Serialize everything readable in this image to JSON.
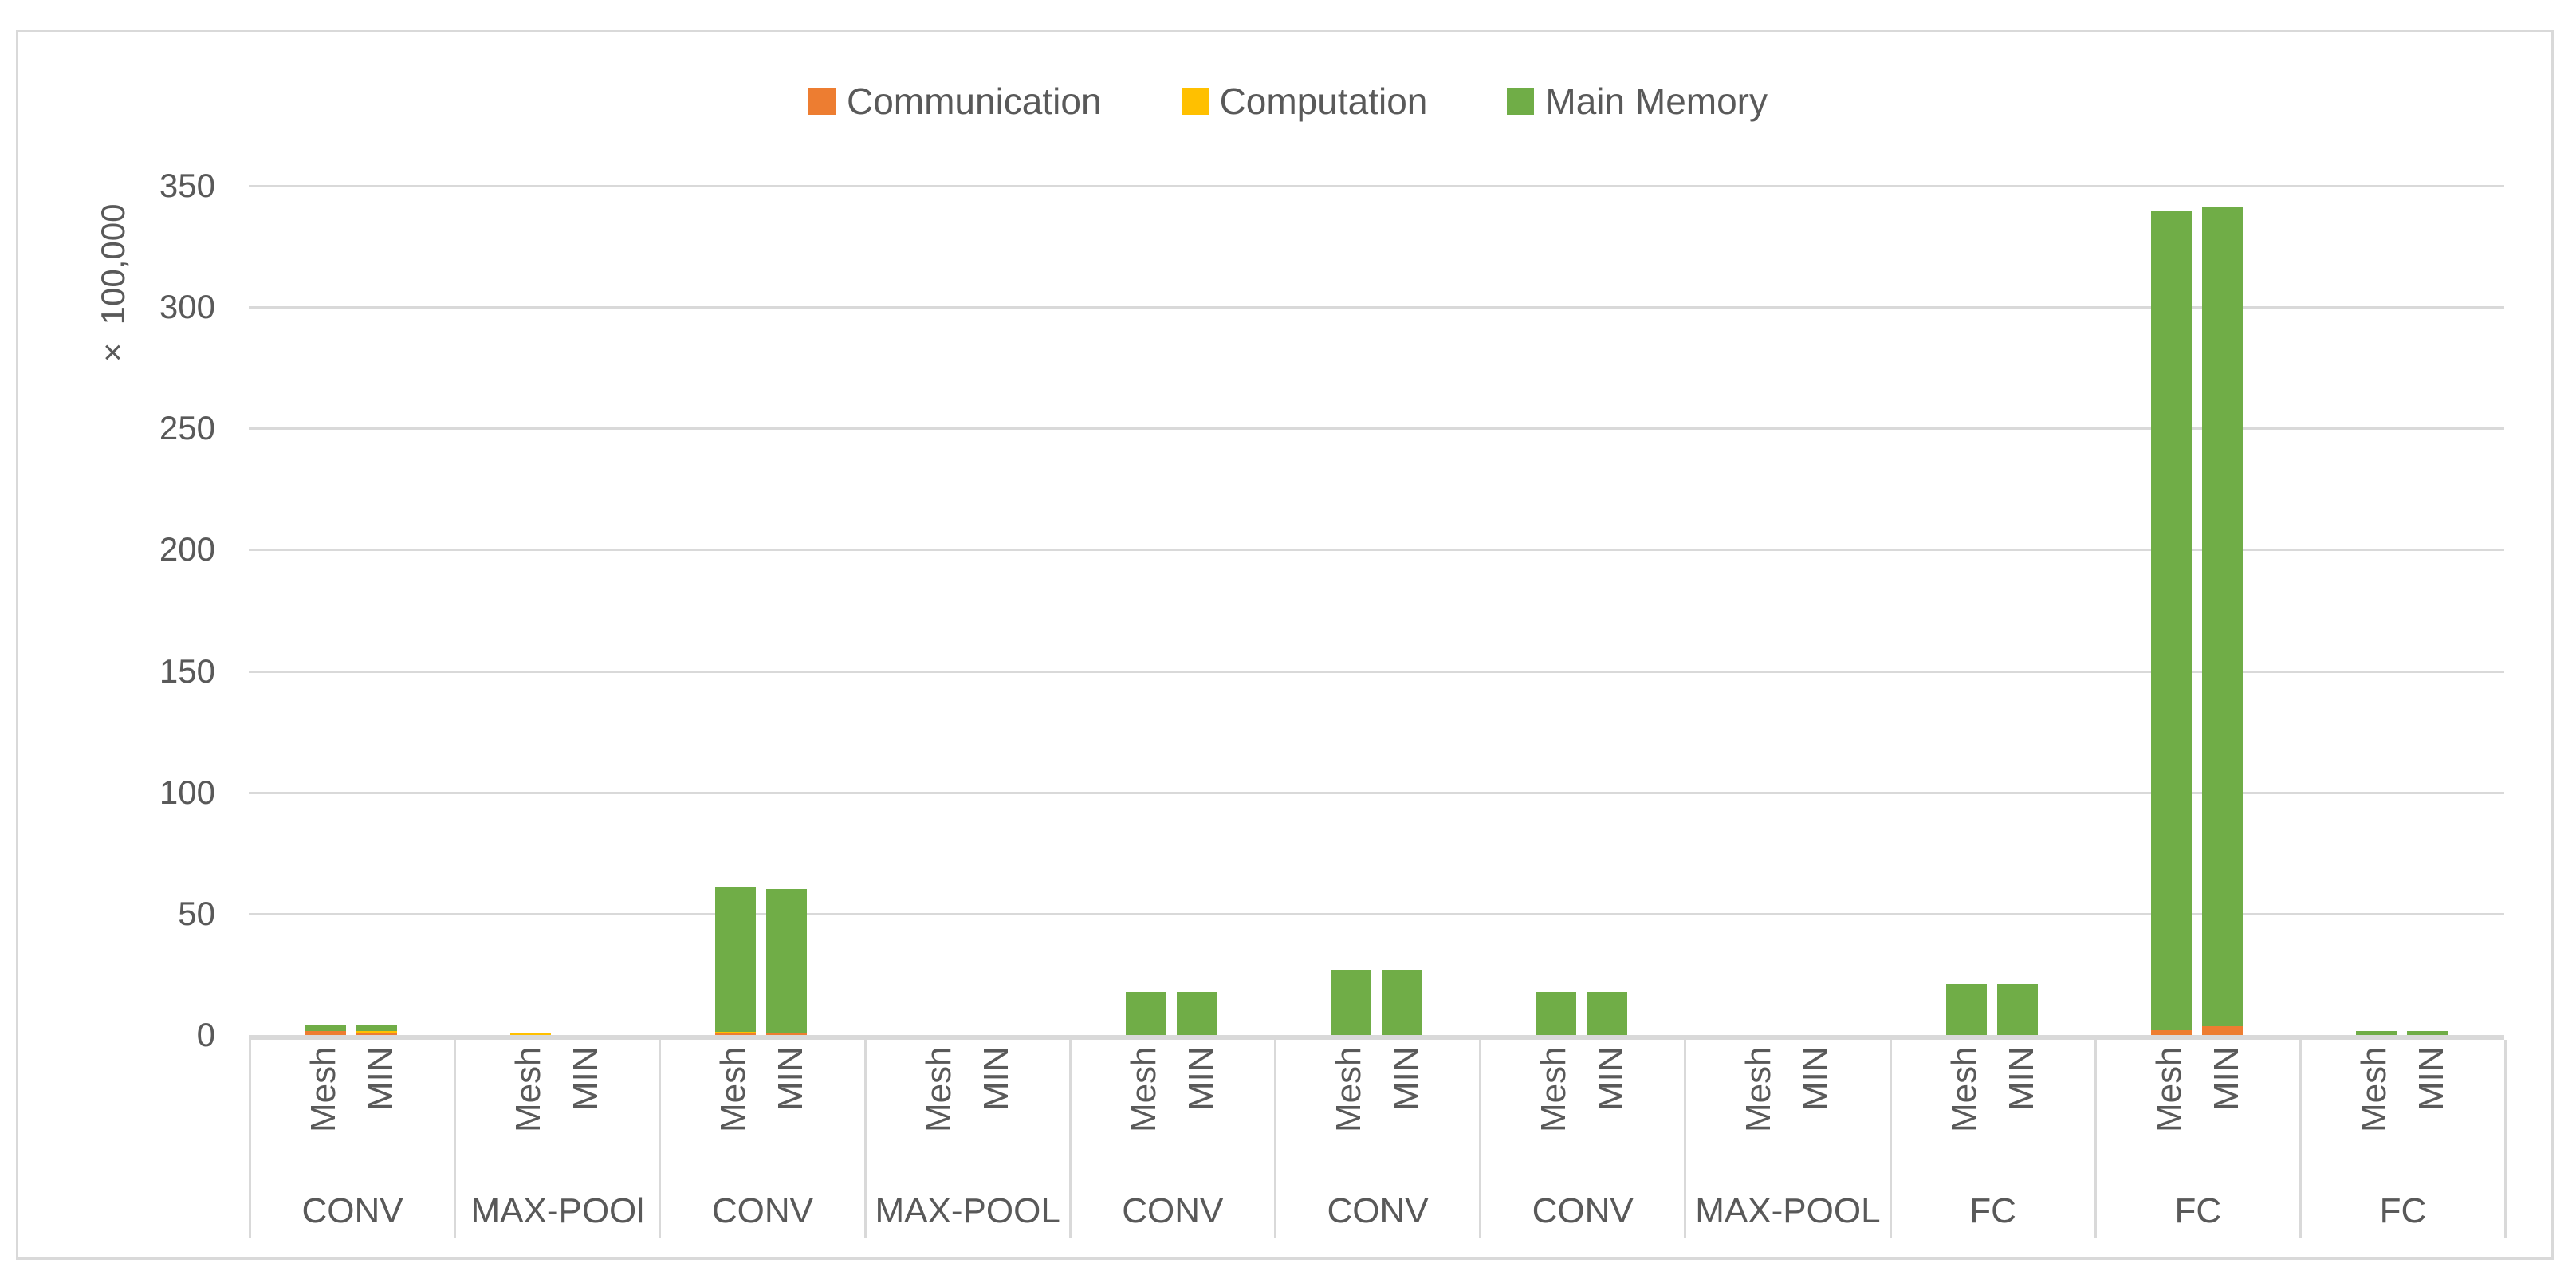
{
  "colors": {
    "communication": "#ED7D31",
    "computation": "#FFC000",
    "main_memory": "#70AD47",
    "gridline": "#D9D9D9",
    "axis_line": "#D9D9D9",
    "chart_border": "#D9D9D9",
    "text": "#595959"
  },
  "legend": [
    {
      "label": "Communication",
      "color": "#ED7D31"
    },
    {
      "label": "Computation",
      "color": "#FFC000"
    },
    {
      "label": "Main Memory",
      "color": "#70AD47"
    }
  ],
  "y_axis": {
    "title": "× 100,000",
    "tick_labels": [
      "0",
      "50",
      "100",
      "150",
      "200",
      "250",
      "300",
      "350"
    ]
  },
  "chart_data": {
    "type": "bar",
    "stacked": true,
    "ylabel": "× 100,000",
    "ylim": [
      0,
      350
    ],
    "ytick_step": 50,
    "grid": true,
    "legend_position": "top",
    "series_names": [
      "Communication",
      "Computation",
      "Main Memory"
    ],
    "bar_labels": [
      "Mesh",
      "MIN"
    ],
    "groups": [
      {
        "category": "CONV",
        "bars": [
          {
            "label": "Mesh",
            "communication": 1.5,
            "computation": 0,
            "main_memory": 2.5
          },
          {
            "label": "MIN",
            "communication": 0.9,
            "computation": 0.7,
            "main_memory": 2.3
          }
        ]
      },
      {
        "category": "MAX-POOl",
        "bars": [
          {
            "label": "Mesh",
            "communication": 0,
            "computation": 0.7,
            "main_memory": 0
          },
          {
            "label": "MIN",
            "communication": 0,
            "computation": 0,
            "main_memory": 0
          }
        ]
      },
      {
        "category": "CONV",
        "bars": [
          {
            "label": "Mesh",
            "communication": 0.7,
            "computation": 0.7,
            "main_memory": 59.6
          },
          {
            "label": "MIN",
            "communication": 0.7,
            "computation": 0,
            "main_memory": 59.3
          }
        ]
      },
      {
        "category": "MAX-POOL",
        "bars": [
          {
            "label": "Mesh",
            "communication": 0,
            "computation": 0,
            "main_memory": 0
          },
          {
            "label": "MIN",
            "communication": 0,
            "computation": 0,
            "main_memory": 0
          }
        ]
      },
      {
        "category": "CONV",
        "bars": [
          {
            "label": "Mesh",
            "communication": 0,
            "computation": 0,
            "main_memory": 17.7
          },
          {
            "label": "MIN",
            "communication": 0,
            "computation": 0,
            "main_memory": 17.7
          }
        ]
      },
      {
        "category": "CONV",
        "bars": [
          {
            "label": "Mesh",
            "communication": 0,
            "computation": 0,
            "main_memory": 26.8
          },
          {
            "label": "MIN",
            "communication": 0,
            "computation": 0,
            "main_memory": 26.8
          }
        ]
      },
      {
        "category": "CONV",
        "bars": [
          {
            "label": "Mesh",
            "communication": 0,
            "computation": 0,
            "main_memory": 17.7
          },
          {
            "label": "MIN",
            "communication": 0,
            "computation": 0,
            "main_memory": 17.7
          }
        ]
      },
      {
        "category": "MAX-POOL",
        "bars": [
          {
            "label": "Mesh",
            "communication": 0,
            "computation": 0,
            "main_memory": 0
          },
          {
            "label": "MIN",
            "communication": 0,
            "computation": 0,
            "main_memory": 0
          }
        ]
      },
      {
        "category": "FC",
        "bars": [
          {
            "label": "Mesh",
            "communication": 0,
            "computation": 0,
            "main_memory": 21.2
          },
          {
            "label": "MIN",
            "communication": 0,
            "computation": 0,
            "main_memory": 21.2
          }
        ]
      },
      {
        "category": "FC",
        "bars": [
          {
            "label": "Mesh",
            "communication": 1.9,
            "computation": 0,
            "main_memory": 337.6
          },
          {
            "label": "MIN",
            "communication": 3.6,
            "computation": 0,
            "main_memory": 337.5
          }
        ]
      },
      {
        "category": "FC",
        "bars": [
          {
            "label": "Mesh",
            "communication": 0,
            "computation": 0,
            "main_memory": 1.5
          },
          {
            "label": "MIN",
            "communication": 0,
            "computation": 0,
            "main_memory": 1.5
          }
        ]
      }
    ]
  }
}
